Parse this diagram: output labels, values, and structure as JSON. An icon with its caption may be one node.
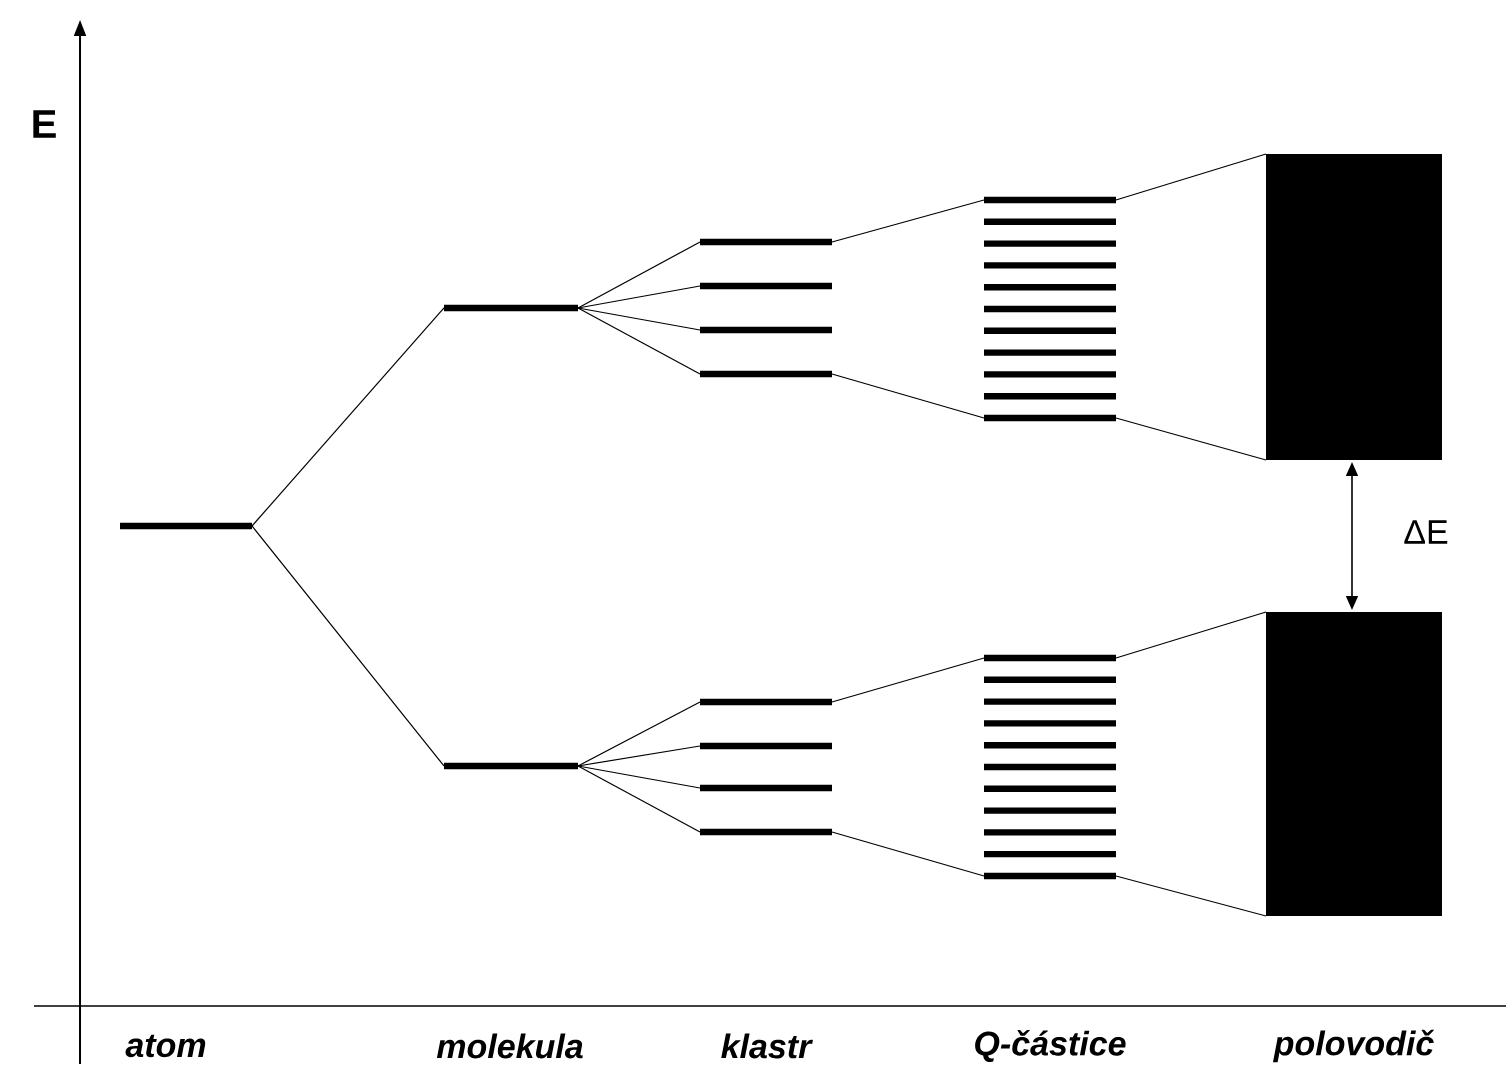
{
  "diagram": {
    "labels": [
      "E",
      "atom",
      "molekula",
      "klastr",
      "Q-částice",
      "polovodič",
      "ΔE"
    ]
  }
}
